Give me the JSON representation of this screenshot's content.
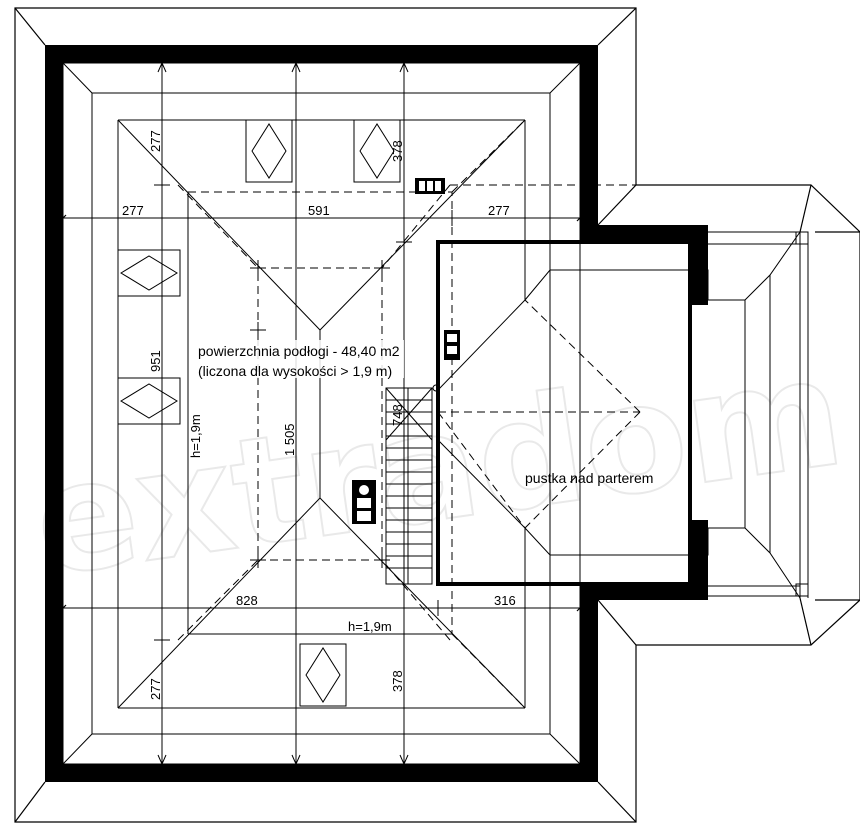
{
  "watermark": "extradom",
  "labels": {
    "area_line1": "powierzchnia podłogi - 48,40 m2",
    "area_line2": "(liczona dla wysokości > 1,9 m)",
    "void": "pustka nad parterem",
    "h_vertical": "h=1,9m",
    "h_horizontal": "h=1,9m"
  },
  "dimensions": {
    "top_left_277": "277",
    "top_middle_591": "591",
    "top_right_277": "277",
    "vertical_top_left_277": "277",
    "vertical_top_right_378": "378",
    "vertical_left_951": "951",
    "vertical_center_1505": "1 505",
    "stair_748": "748",
    "bottom_left_828": "828",
    "bottom_right_316": "316",
    "vertical_bottom_left_277": "277",
    "vertical_bottom_right_378": "378"
  }
}
